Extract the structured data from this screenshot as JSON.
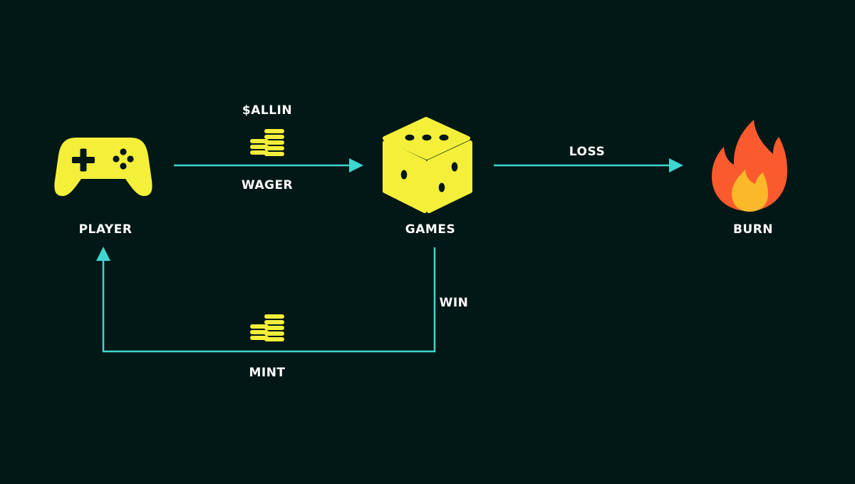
{
  "nodes": {
    "player": {
      "label": "PLAYER",
      "icon": "gamepad-icon"
    },
    "games": {
      "label": "GAMES",
      "icon": "dice-icon"
    },
    "burn": {
      "label": "BURN",
      "icon": "fire-icon"
    }
  },
  "edges": {
    "wager": {
      "top_label": "$ALLIN",
      "bottom_label": "WAGER",
      "icon": "coins-icon"
    },
    "loss": {
      "label": "LOSS"
    },
    "win": {
      "label": "WIN"
    },
    "mint": {
      "label": "MINT",
      "icon": "coins-icon"
    }
  },
  "colors": {
    "background": "#021816",
    "icon_yellow": "#f4f03a",
    "arrow_cyan": "#3ed6d0",
    "text": "#ffffff",
    "fire_outer": "#fb5a2e",
    "fire_inner": "#fbb829"
  }
}
